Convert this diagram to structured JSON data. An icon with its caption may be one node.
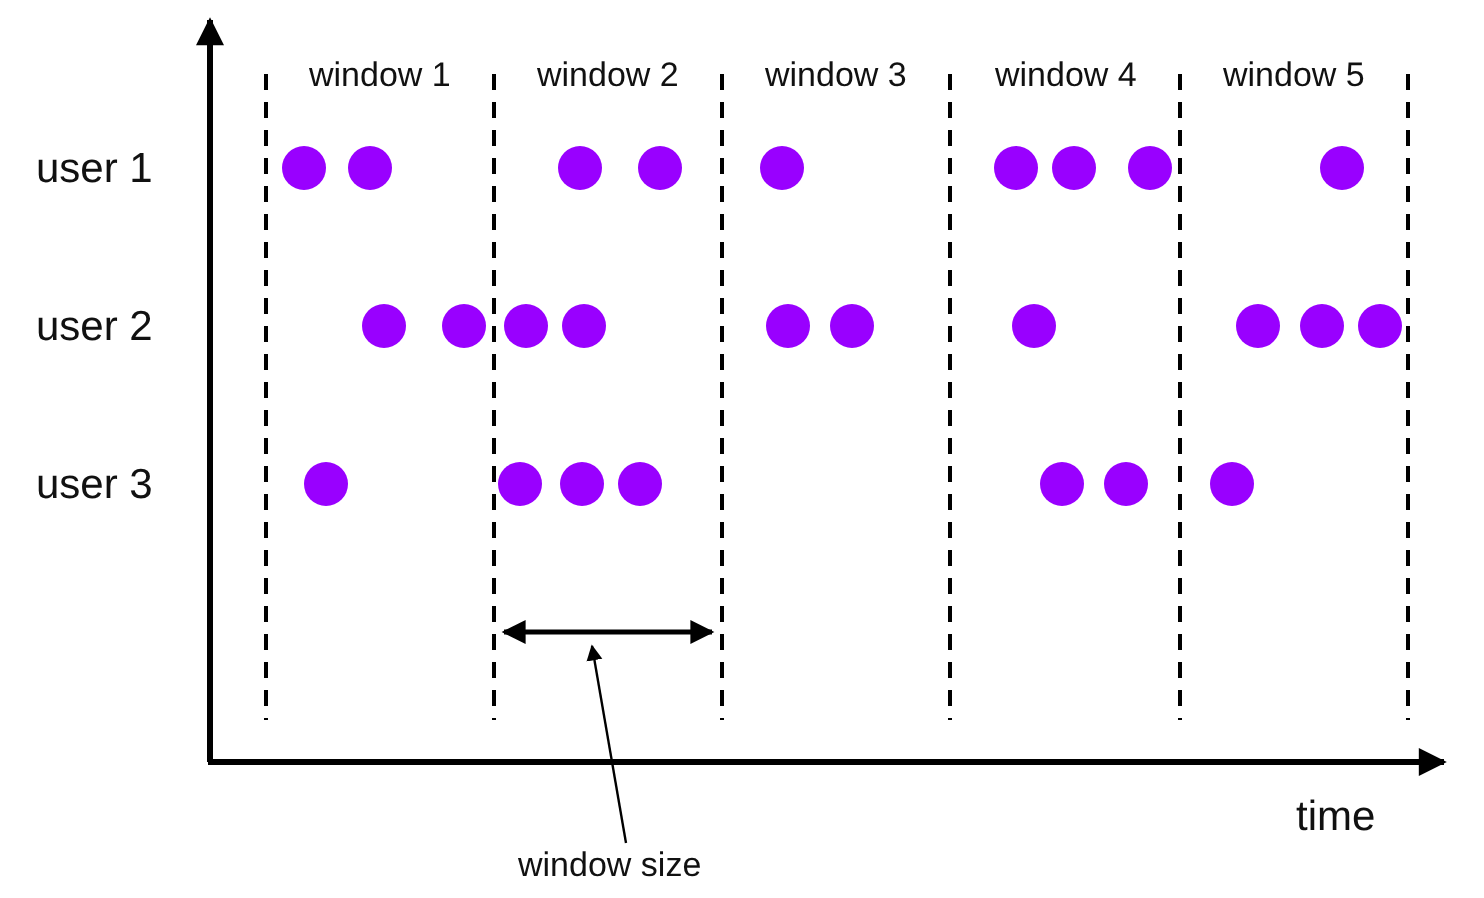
{
  "diagram": {
    "nodes": [
      {
        "text": [
          "window size"
        ]
      },
      {
        "text": [],
        "shape": "arrow"
      }
    ],
    "edges": [
      {
        "from": 0,
        "to": 1,
        "arrow": "to"
      }
    ],
    "labels": [
      "window 1",
      "window 2",
      "window 3",
      "window 4",
      "window 5",
      "user 1",
      "user 2",
      "user 3",
      "time"
    ]
  }
}
